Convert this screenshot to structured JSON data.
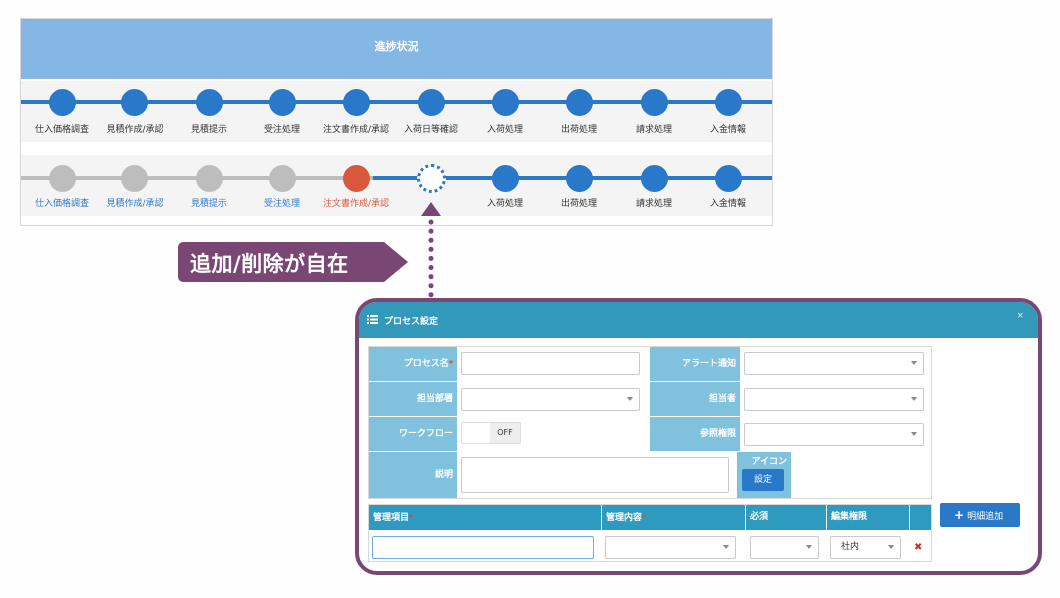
{
  "progress": {
    "title": "進捗状況",
    "row1": [
      "仕入価格調査",
      "見積作成/承認",
      "見積提示",
      "受注処理",
      "注文書作成/承認",
      "入荷日等確認",
      "入荷処理",
      "出荷処理",
      "請求処理",
      "入金情報"
    ],
    "row2": [
      "仕入価格調査",
      "見積作成/承認",
      "見積提示",
      "受注処理",
      "注文書作成/承認",
      "",
      "入荷処理",
      "出荷処理",
      "請求処理",
      "入金情報"
    ],
    "row2_states": [
      "done",
      "done",
      "done",
      "done",
      "current",
      "placeholder",
      "pending",
      "pending",
      "pending",
      "pending"
    ]
  },
  "callout": {
    "text": "追加/削除が自在"
  },
  "dialog": {
    "title": "プロセス設定",
    "icon": "list-icon",
    "close_icon": "close-icon",
    "fields": {
      "process_name_label": "プロセス名",
      "process_name_required": "*",
      "process_name_value": "",
      "alert_label": "アラート通知",
      "alert_value": "",
      "dept_label": "担当部署",
      "dept_value": "",
      "owner_label": "担当者",
      "owner_value": "",
      "workflow_label": "ワークフロー",
      "workflow_toggle": "OFF",
      "view_perm_label": "参照権限",
      "view_perm_value": "",
      "desc_label": "説明",
      "desc_value": "",
      "icon_label": "アイコン",
      "icon_button": "設定"
    },
    "table": {
      "headers": [
        "管理項目",
        "管理内容",
        "必須",
        "編集権限"
      ],
      "required_mark": "*",
      "row": {
        "item": "",
        "content": "",
        "required": "",
        "edit_perm": "社内"
      },
      "delete_icon": "delete-icon"
    },
    "add_button": "明細追加",
    "add_icon": "plus-icon"
  },
  "colors": {
    "header_blue": "#85b7e5",
    "node_blue": "#2a78c9",
    "node_grey": "#bdbdbd",
    "node_red": "#d9583c",
    "callout_purple": "#7a4774",
    "dialog_teal": "#3399ba",
    "label_blue": "#80c1de"
  }
}
